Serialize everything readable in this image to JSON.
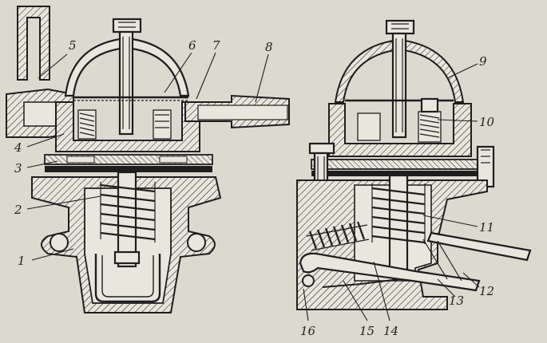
{
  "colors": {
    "paper": "#dcd9cf",
    "ink": "#1e1e1e",
    "part_fill": "#e9e6dd"
  },
  "callouts": [
    {
      "id": "c1",
      "text": "1"
    },
    {
      "id": "c2",
      "text": "2"
    },
    {
      "id": "c3",
      "text": "3"
    },
    {
      "id": "c4",
      "text": "4"
    },
    {
      "id": "c5",
      "text": "5"
    },
    {
      "id": "c6",
      "text": "6"
    },
    {
      "id": "c7",
      "text": "7"
    },
    {
      "id": "c8",
      "text": "8"
    },
    {
      "id": "c9",
      "text": "9"
    },
    {
      "id": "c10",
      "text": "10"
    },
    {
      "id": "c11",
      "text": "11"
    },
    {
      "id": "c12",
      "text": "12"
    },
    {
      "id": "c13",
      "text": "13"
    },
    {
      "id": "c14",
      "text": "14"
    },
    {
      "id": "c15",
      "text": "15"
    },
    {
      "id": "c16",
      "text": "16"
    }
  ]
}
